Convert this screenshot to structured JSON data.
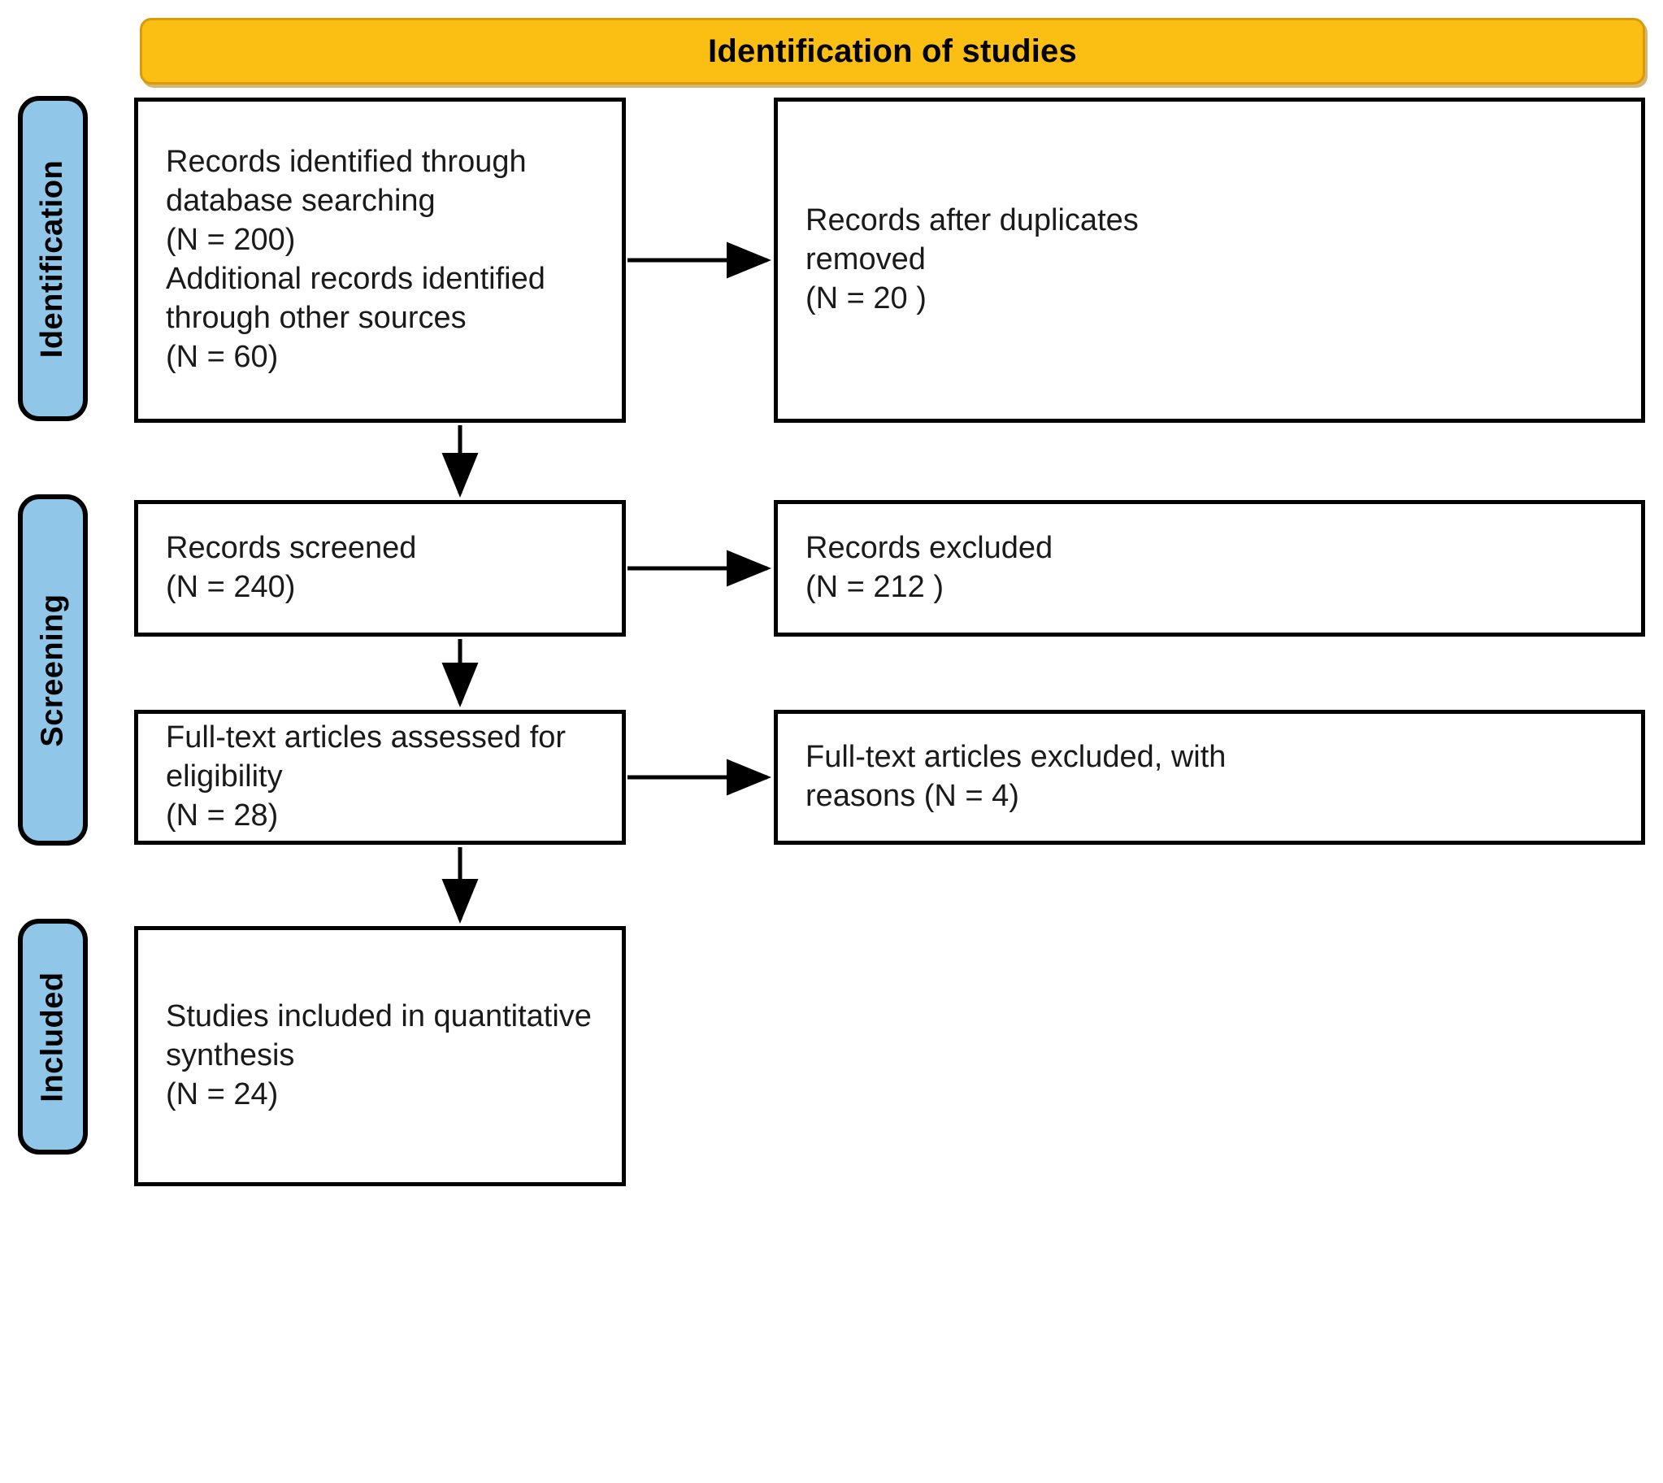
{
  "banner": {
    "title": "Identification of studies",
    "fill_color": "#FBBF14",
    "border_color": "#D99A06"
  },
  "stages": {
    "accent_color": "#90C6E8",
    "items": [
      {
        "id": "identification",
        "label": "Identification"
      },
      {
        "id": "screening",
        "label": "Screening"
      },
      {
        "id": "included",
        "label": "Included"
      }
    ]
  },
  "boxes": {
    "identified": {
      "text": "Records identified through\ndatabase searching\n(N = 200)\nAdditional records identified\nthrough other sources\n(N = 60)"
    },
    "duplicates": {
      "text": "Records after duplicates\nremoved\n(N = 20 )"
    },
    "screened": {
      "text": "Records screened\n(N = 240)"
    },
    "excluded": {
      "text": "Records excluded\n(N = 212 )"
    },
    "fulltext": {
      "text": "Full-text articles assessed for\neligibility\n(N = 28)"
    },
    "fulltext_excluded": {
      "text": "Full-text articles excluded, with\nreasons (N = 4)"
    },
    "included": {
      "text": "Studies included in quantitative\nsynthesis\n(N =  24)"
    }
  },
  "chart_data": {
    "type": "diagram",
    "title": "Identification of studies",
    "diagram_kind": "PRISMA flow diagram",
    "stages": [
      "Identification",
      "Screening",
      "Included"
    ],
    "nodes": [
      {
        "id": "identified",
        "stage": "Identification",
        "label": "Records identified through database searching",
        "n": 200
      },
      {
        "id": "additional",
        "stage": "Identification",
        "label": "Additional records identified through other sources",
        "n": 60
      },
      {
        "id": "duplicates",
        "stage": "Identification",
        "label": "Records after duplicates removed",
        "n": 20
      },
      {
        "id": "screened",
        "stage": "Screening",
        "label": "Records screened",
        "n": 240
      },
      {
        "id": "excluded",
        "stage": "Screening",
        "label": "Records excluded",
        "n": 212
      },
      {
        "id": "fulltext",
        "stage": "Screening",
        "label": "Full-text articles assessed for eligibility",
        "n": 28
      },
      {
        "id": "fulltext_excluded",
        "stage": "Screening",
        "label": "Full-text articles excluded, with reasons",
        "n": 4
      },
      {
        "id": "included",
        "stage": "Included",
        "label": "Studies included in quantitative synthesis",
        "n": 24
      }
    ],
    "edges": [
      {
        "from": "identified",
        "to": "duplicates",
        "direction": "right"
      },
      {
        "from": "identified",
        "to": "screened",
        "direction": "down"
      },
      {
        "from": "screened",
        "to": "excluded",
        "direction": "right"
      },
      {
        "from": "screened",
        "to": "fulltext",
        "direction": "down"
      },
      {
        "from": "fulltext",
        "to": "fulltext_excluded",
        "direction": "right"
      },
      {
        "from": "fulltext",
        "to": "included",
        "direction": "down"
      }
    ]
  }
}
